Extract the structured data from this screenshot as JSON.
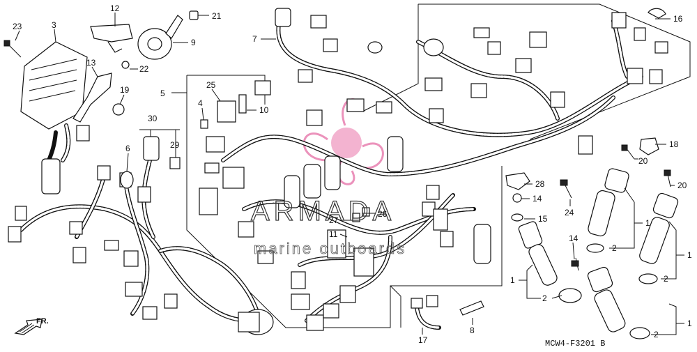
{
  "diagram": {
    "part_callouts": [
      "1",
      "2",
      "3",
      "4",
      "5",
      "6",
      "7",
      "8",
      "9",
      "10",
      "11",
      "12",
      "13",
      "14",
      "15",
      "16",
      "17",
      "18",
      "19",
      "20",
      "21",
      "22",
      "23",
      "24",
      "25",
      "26",
      "27",
      "28",
      "29",
      "30"
    ],
    "watermark": {
      "brand": "ARMADA",
      "tagline": "marine outboards"
    },
    "drawing_code": "MCW4-F3201 B",
    "direction_label": "FR."
  }
}
